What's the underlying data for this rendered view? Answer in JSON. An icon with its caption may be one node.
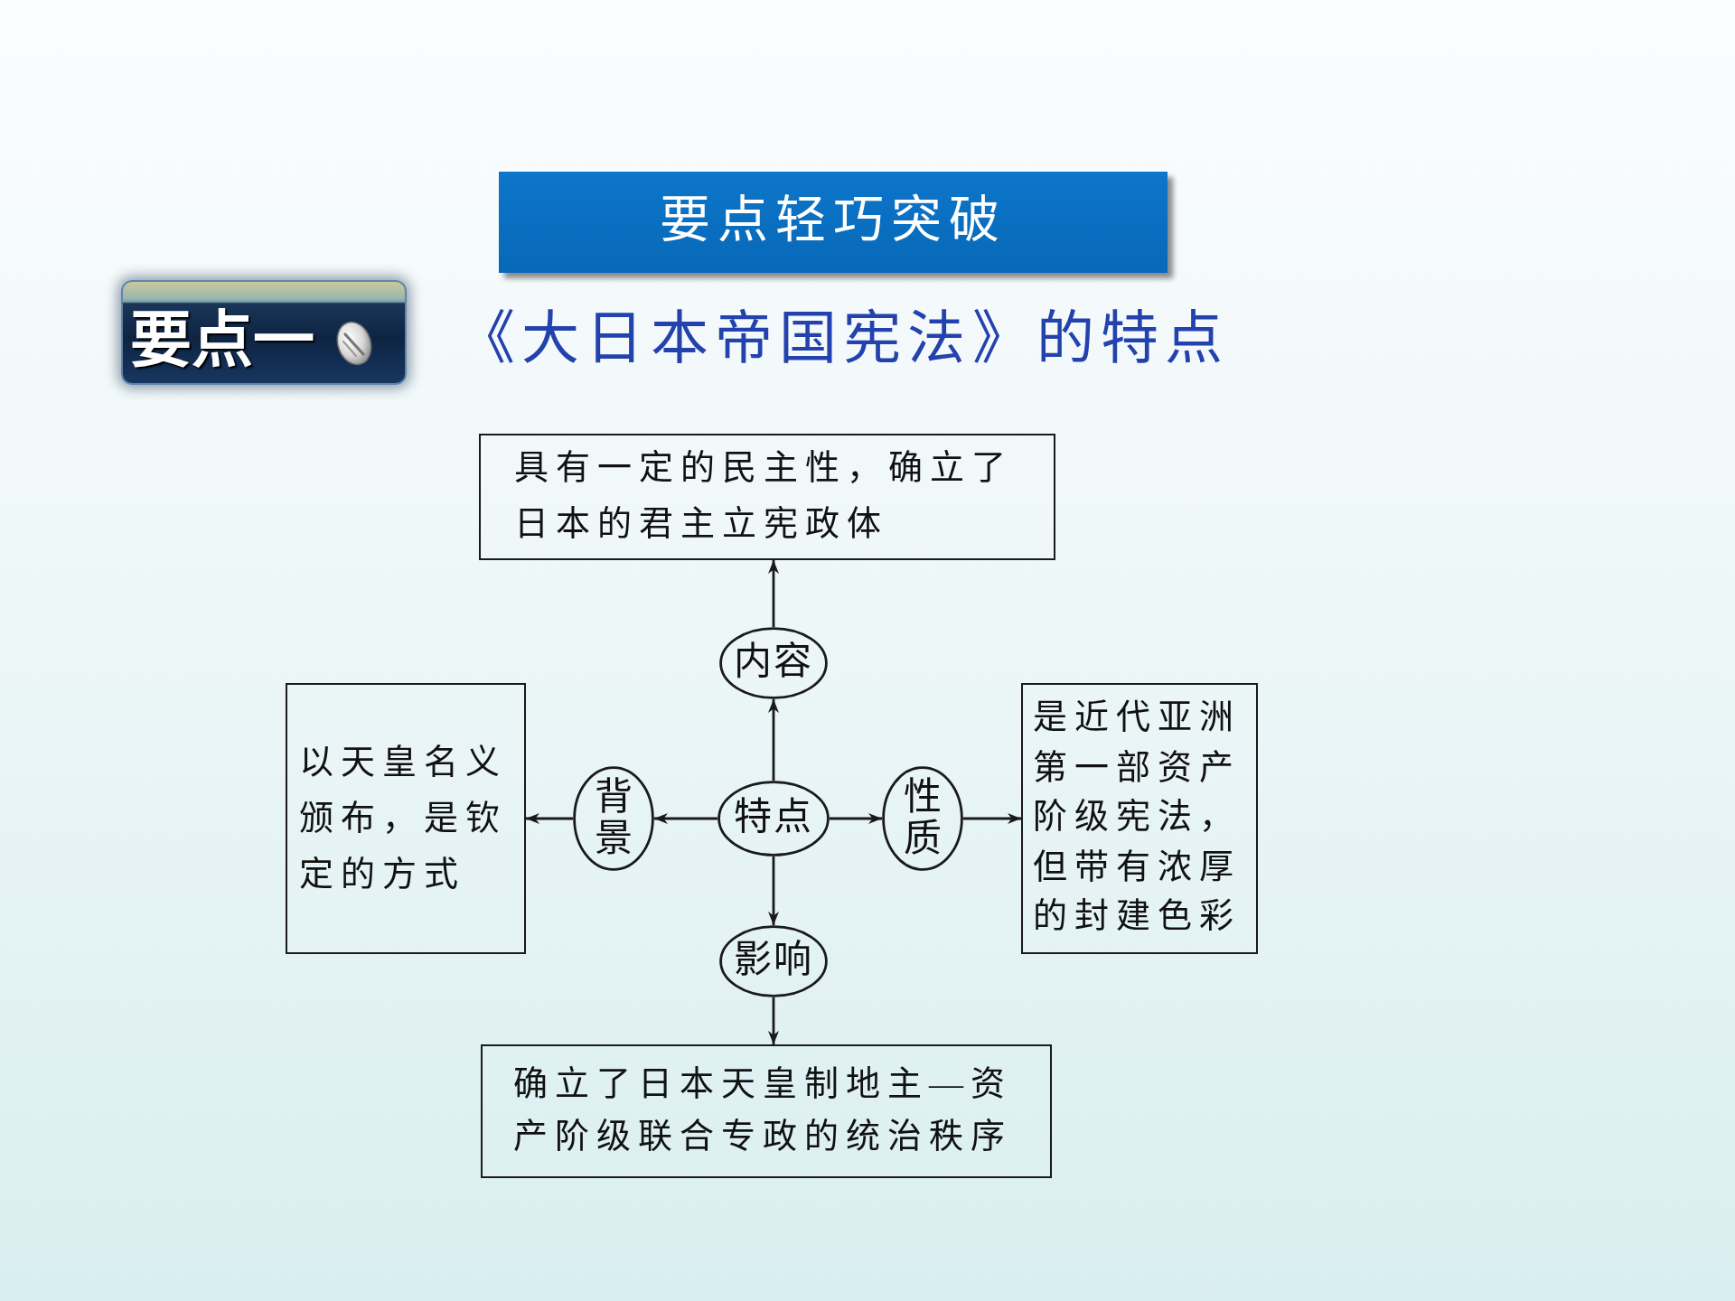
{
  "diagram": {
    "title": "《大日本帝国宪法》的特点",
    "nodes": [
      {
        "text": [
          "要点轻巧突破"
        ]
      },
      {
        "text": [
          "要点一"
        ]
      },
      {
        "text": [
          "具有一定的民主性，确立了日本的君主立宪政体"
        ]
      },
      {
        "text": [
          "内容"
        ]
      },
      {
        "text": [
          "以天皇名义颁布，是钦定的方式"
        ]
      },
      {
        "text": [
          "背景"
        ]
      },
      {
        "text": [
          "特点"
        ]
      },
      {
        "text": [
          "性质"
        ]
      },
      {
        "text": [
          "是近代亚洲第一部资产阶级宪法，但带有浓厚的封建色彩"
        ]
      },
      {
        "text": [
          "影响"
        ]
      },
      {
        "text": [
          "确立了日本天皇制地主—资产阶级联合专政的统治秩序"
        ]
      }
    ],
    "edges": [
      {
        "from": 6,
        "to": 3,
        "arrow": "to"
      },
      {
        "from": 3,
        "to": 2,
        "arrow": "to"
      },
      {
        "from": 6,
        "to": 5,
        "arrow": "to"
      },
      {
        "from": 5,
        "to": 4,
        "arrow": "to"
      },
      {
        "from": 6,
        "to": 7,
        "arrow": "to"
      },
      {
        "from": 7,
        "to": 8,
        "arrow": "to"
      },
      {
        "from": 6,
        "to": 9,
        "arrow": "to"
      },
      {
        "from": 9,
        "to": 10,
        "arrow": "to"
      }
    ]
  }
}
